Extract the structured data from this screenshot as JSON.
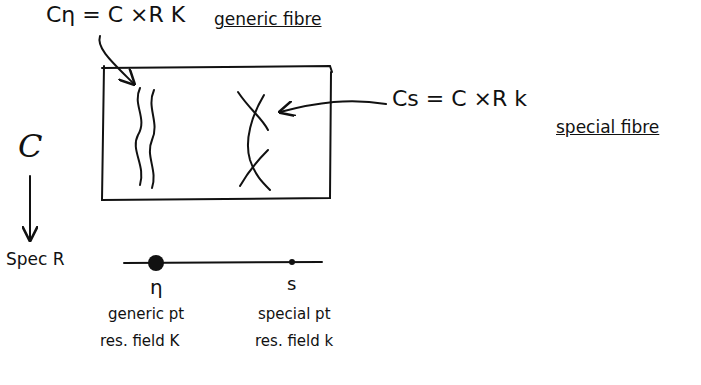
{
  "diagram": {
    "labels": [
      "Cη = C ×R K",
      "generic fibre",
      "Cs = C ×R k",
      "special fibre",
      "C",
      "Spec R",
      "η",
      "s",
      "generic pt",
      "res. field K",
      "special pt",
      "res. field k"
    ]
  }
}
